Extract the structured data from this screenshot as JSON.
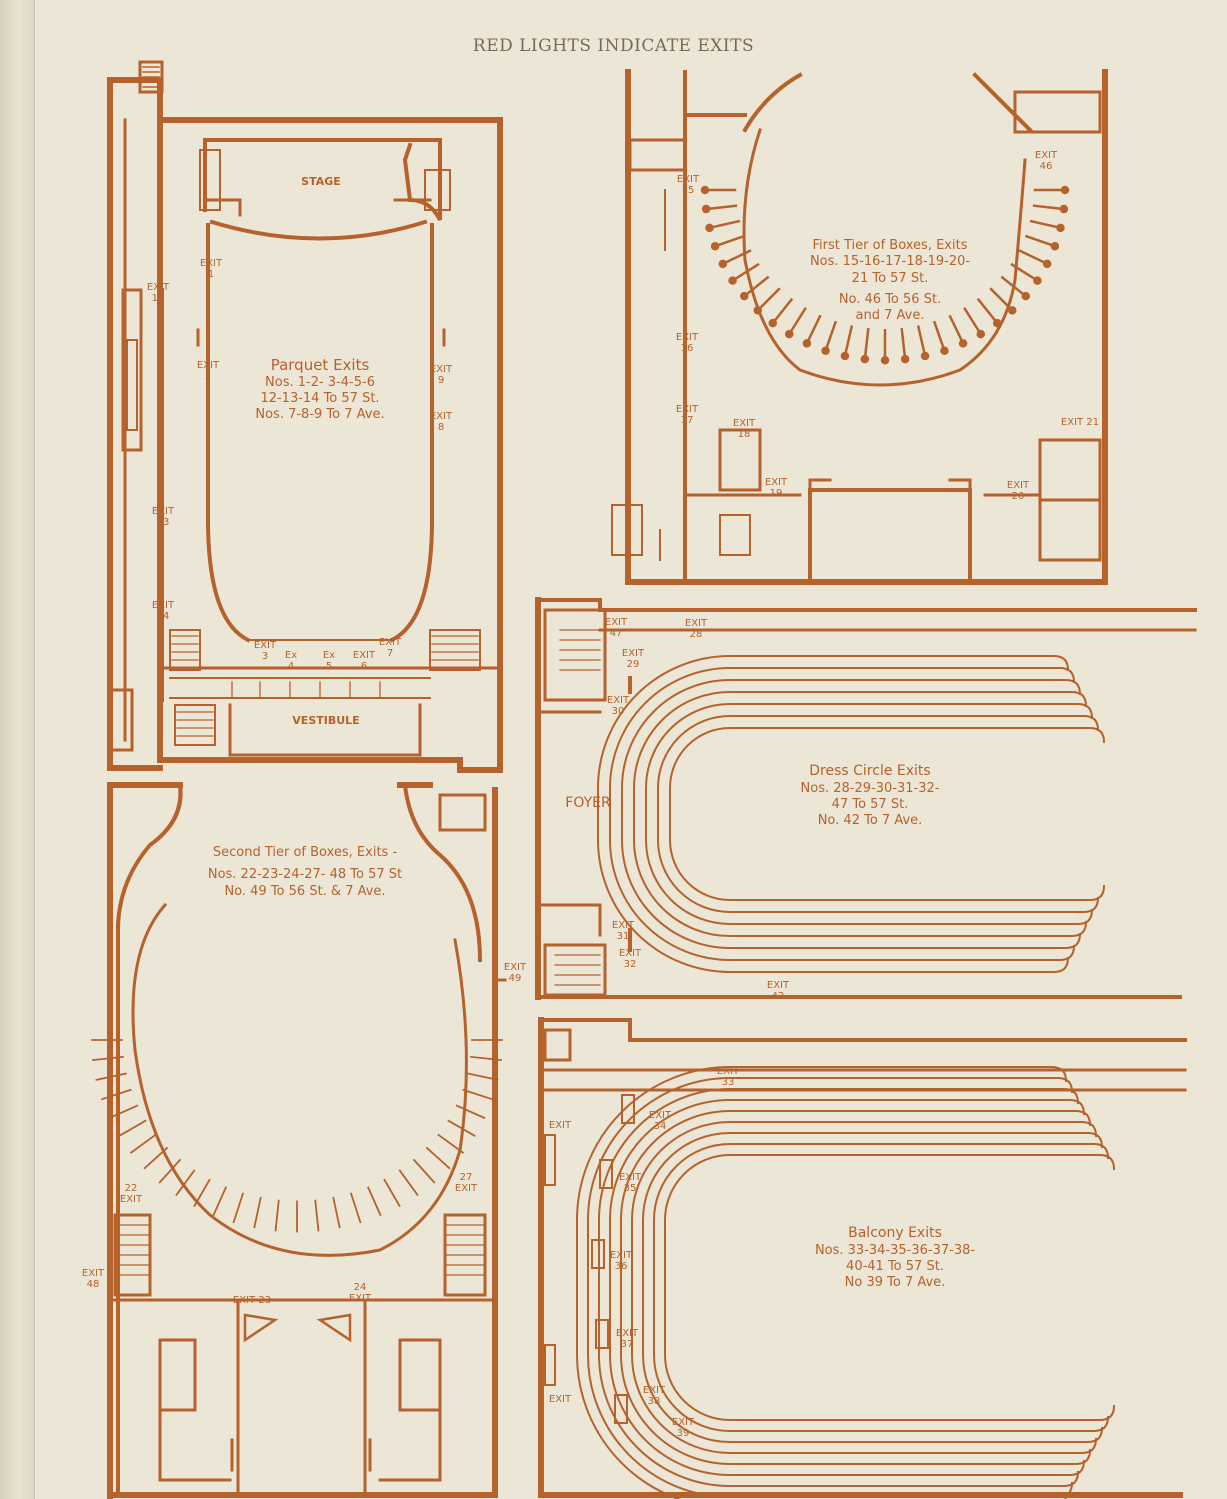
{
  "page": {
    "header": "RED LIGHTS INDICATE EXITS",
    "ink_color": "#b5622c",
    "paper_color": "#ece6d6"
  },
  "parquet": {
    "stage": "STAGE",
    "vestibule": "VESTIBULE",
    "title": "Parquet Exits",
    "line1": "Nos. 1-2- 3-4-5-6",
    "line2": "12-13-14 To 57 St.",
    "line3": "Nos. 7-8-9 To 7 Ave.",
    "exits": {
      "e1": "EXIT\n1",
      "e2": "EXIT\n2",
      "e9": "EXIT\n9",
      "e8": "EXIT\n8",
      "e12": "EXIT\n12",
      "e13": "EXIT\n13",
      "e14": "EXIT\n14",
      "e3": "EXIT\n3",
      "e4": "Ex\n4",
      "e5": "Ex\n5",
      "e6": "EXIT\n6",
      "e7": "EXIT\n7"
    }
  },
  "first_tier": {
    "title": "First Tier of Boxes, Exits",
    "line1": "Nos. 15-16-17-18-19-20-",
    "line2": "21 To 57 St.",
    "line3": "No. 46 To 56 St.",
    "line4": "and 7 Ave.",
    "exits": {
      "e15": "EXIT\n15",
      "e16": "EXIT\n16",
      "e17": "EXIT\n17",
      "e18": "EXIT\n18",
      "e19": "EXIT\n19",
      "e20": "EXIT\n20",
      "e21": "EXIT 21",
      "e46": "EXIT\n46"
    }
  },
  "second_tier": {
    "title": "Second Tier of Boxes, Exits -",
    "line1": "Nos. 22-23-24-27- 48 To 57 St",
    "line2": "No. 49 To 56 St. & 7 Ave.",
    "exits": {
      "e22": "22\nEXIT",
      "e27": "27\nEXIT",
      "e48": "EXIT\n48",
      "e49": "EXIT\n49",
      "e23": "EXIT 23",
      "e24": "24\nEXIT"
    }
  },
  "dress_circle": {
    "foyer": "FOYER",
    "title": "Dress Circle Exits",
    "line1": "Nos. 28-29-30-31-32-",
    "line2": "47 To 57 St.",
    "line3": "No. 42 To 7 Ave.",
    "exits": {
      "e47": "EXIT\n47",
      "e28": "EXIT\n28",
      "e29": "EXIT\n29",
      "e30": "EXIT\n30",
      "e31": "EXIT\n31",
      "e32": "EXIT\n32",
      "e42": "EXIT\n42"
    }
  },
  "balcony": {
    "title": "Balcony Exits",
    "line1": "Nos. 33-34-35-36-37-38-",
    "line2": "40-41 To 57 St.",
    "line3": "No 39 To 7 Ave.",
    "exits": {
      "e33": "EXIT\n33",
      "e34": "EXIT\n34",
      "e35": "EXIT\n35",
      "e36": "EXIT\n36",
      "e37": "EXIT\n37",
      "e38": "EXIT\n38",
      "e39": "EXIT\n39",
      "e40": "EXIT",
      "e41": "EXIT"
    }
  }
}
